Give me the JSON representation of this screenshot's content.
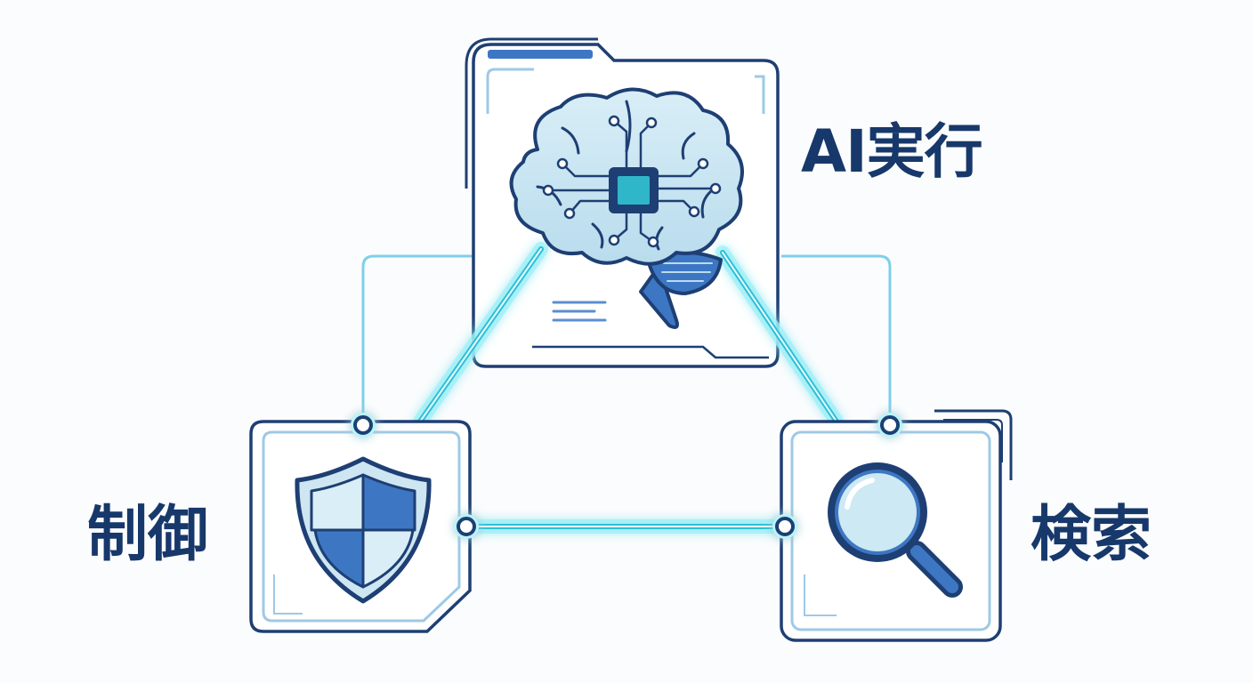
{
  "labels": {
    "ai_execution": "AI実行",
    "control": "制御",
    "search": "検索"
  },
  "colors": {
    "background": "#fbfcfd",
    "navy_outline": "#1e3f73",
    "brand_blue": "#3d77c4",
    "light_blue_fill": "#cfe9f3",
    "panel_stroke": "#9ec9e6",
    "connector_cyan": "#3fd0e3",
    "connector_glow": "#9ff0f7",
    "label_text": "#17386a"
  },
  "icons": {
    "center": "ai-brain-chip-icon",
    "left": "shield-icon",
    "right": "magnifier-icon"
  }
}
